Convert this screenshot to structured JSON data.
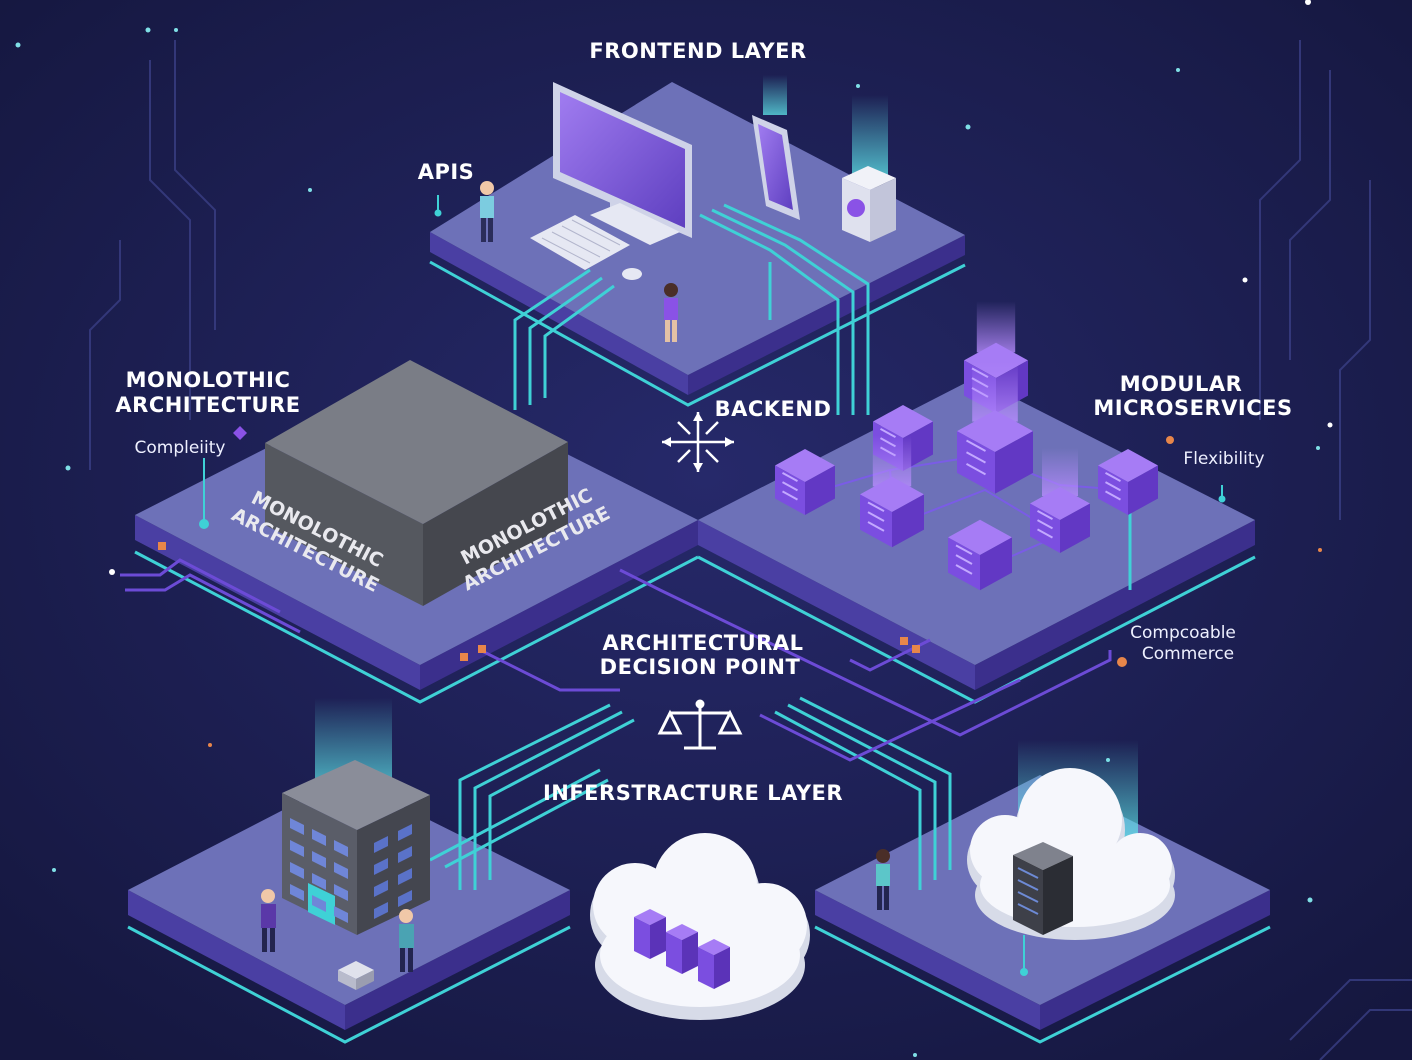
{
  "labels": {
    "frontend_layer": "FRONTEND LAYER",
    "apis": "APIS",
    "backend": "BACKEND",
    "monolithic_line1": "MONOLOTHIC",
    "monolithic_line2": "ARCHITECTURE",
    "complexity": "Compleiity",
    "modular_line1": "MODULAR",
    "modular_line2": "MICROSERVICES",
    "flexibility": "Flexibility",
    "decision_line1": "ARCHITECTURAL",
    "decision_line2": "DECISION POINT",
    "infrastructure_layer": "INFERSTRACTURE LAYER",
    "composable_line1": "Compcoable",
    "composable_line2": "Commerce"
  },
  "box_etchings": {
    "left_line1": "MONOLOTHIC",
    "left_line2": "ARCHITECTURE",
    "right_line1": "MONOLOTHIC",
    "right_line2": "ARCHITECTURE"
  },
  "icons": [
    "desktop-monitor-icon",
    "keyboard-icon",
    "mouse-icon",
    "tablet-icon",
    "device-icon",
    "person-icon",
    "arrows-expand-icon",
    "balance-scale-icon",
    "office-building-icon",
    "cloud-server-icon",
    "server-rack-icon",
    "microservice-cube-icon",
    "router-icon"
  ],
  "colors": {
    "background": "#1b1d52",
    "platform_top": "#6d71b8",
    "platform_side": "#4a3fa3",
    "circuit": "#3fd1d6",
    "accent_purple": "#8a52e6",
    "monolith": "#62656e",
    "connector_orange": "#e8864a"
  }
}
